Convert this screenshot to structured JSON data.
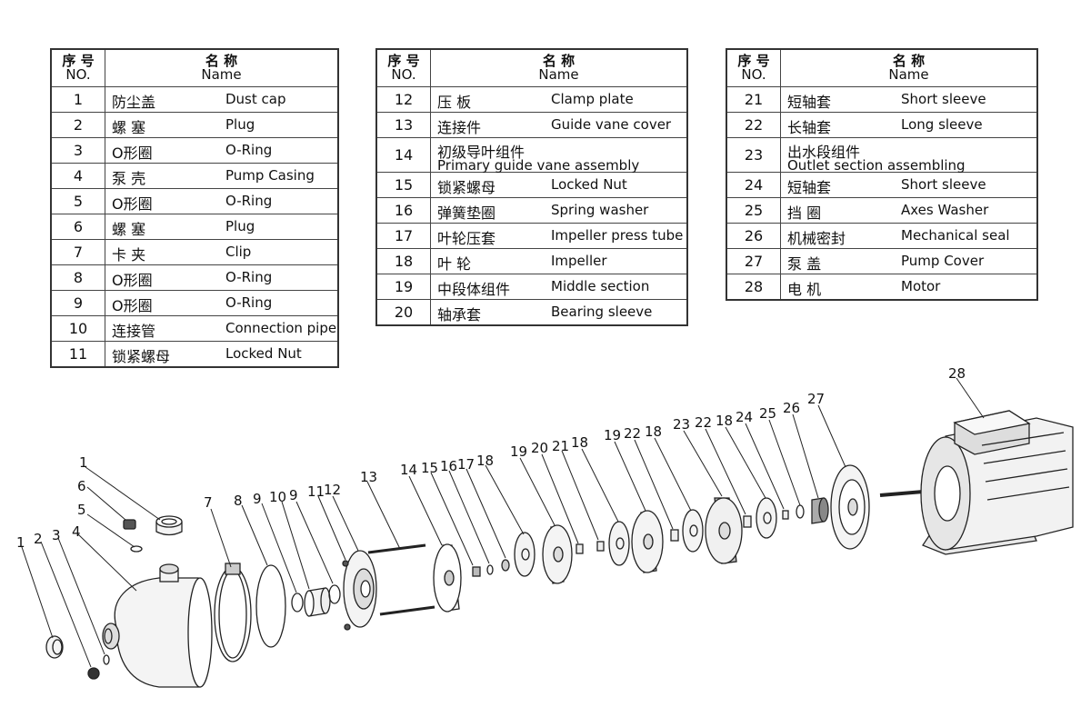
{
  "header": {
    "no_zh": "序 号",
    "no_en": "NO.",
    "name_zh": "名 称",
    "name_en": "Name"
  },
  "tables": [
    {
      "rows": [
        {
          "no": "1",
          "zh": "防尘盖",
          "en": "Dust cap"
        },
        {
          "no": "2",
          "zh": "螺 塞",
          "en": "Plug"
        },
        {
          "no": "3",
          "zh": "O形圈",
          "en": "O-Ring"
        },
        {
          "no": "4",
          "zh": "泵 壳",
          "en": "Pump Casing"
        },
        {
          "no": "5",
          "zh": "O形圈",
          "en": "O-Ring"
        },
        {
          "no": "6",
          "zh": "螺 塞",
          "en": "Plug"
        },
        {
          "no": "7",
          "zh": "卡 夹",
          "en": "Clip"
        },
        {
          "no": "8",
          "zh": "O形圈",
          "en": "O-Ring"
        },
        {
          "no": "9",
          "zh": "O形圈",
          "en": "O-Ring"
        },
        {
          "no": "10",
          "zh": "连接管",
          "en": "Connection pipe"
        },
        {
          "no": "11",
          "zh": "锁紧螺母",
          "en": "Locked Nut"
        }
      ]
    },
    {
      "rows": [
        {
          "no": "12",
          "zh": "压 板",
          "en": "Clamp plate"
        },
        {
          "no": "13",
          "zh": "连接件",
          "en": "Guide vane cover"
        },
        {
          "no": "14",
          "zh": "初级导叶组件",
          "en": "Primary guide vane assembly"
        },
        {
          "no": "15",
          "zh": "锁紧螺母",
          "en": "Locked Nut"
        },
        {
          "no": "16",
          "zh": "弹簧垫圈",
          "en": "Spring washer"
        },
        {
          "no": "17",
          "zh": "叶轮压套",
          "en": "Impeller press tube"
        },
        {
          "no": "18",
          "zh": "叶 轮",
          "en": "Impeller"
        },
        {
          "no": "19",
          "zh": "中段体组件",
          "en": "Middle section"
        },
        {
          "no": "20",
          "zh": "轴承套",
          "en": "Bearing sleeve"
        }
      ]
    },
    {
      "rows": [
        {
          "no": "21",
          "zh": "短轴套",
          "en": "Short sleeve"
        },
        {
          "no": "22",
          "zh": "长轴套",
          "en": "Long sleeve"
        },
        {
          "no": "23",
          "zh": "出水段组件",
          "en": "Outlet section assembling"
        },
        {
          "no": "24",
          "zh": "短轴套",
          "en": "Short sleeve"
        },
        {
          "no": "25",
          "zh": "挡 圈",
          "en": "Axes Washer"
        },
        {
          "no": "26",
          "zh": "机械密封",
          "en": "Mechanical seal"
        },
        {
          "no": "27",
          "zh": "泵 盖",
          "en": "Pump Cover"
        },
        {
          "no": "28",
          "zh": "电 机",
          "en": "Motor"
        }
      ]
    }
  ],
  "callouts": [
    "1",
    "2",
    "3",
    "4",
    "5",
    "6",
    "7",
    "8",
    "9",
    "10",
    "9",
    "11",
    "12",
    "13",
    "14",
    "15",
    "16",
    "17",
    "18",
    "19",
    "20",
    "21",
    "18",
    "19",
    "22",
    "18",
    "23",
    "22",
    "18",
    "24",
    "25",
    "26",
    "27",
    "28"
  ]
}
